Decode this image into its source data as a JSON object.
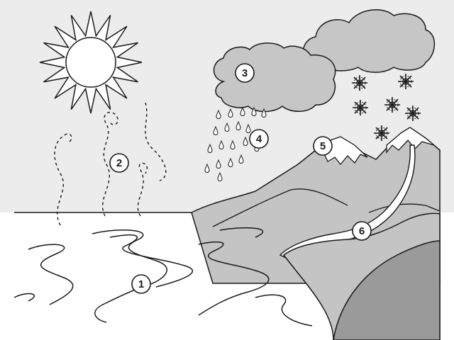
{
  "colors": {
    "sky": "#ececec",
    "cloud": "#c6c6c6",
    "mountain_light": "#c4c4c4",
    "mountain_dark": "#9a9a9a",
    "snow": "#ffffff",
    "water": "#ffffff",
    "stroke": "#1a1a1a"
  },
  "icons": {
    "sun": "sun-icon",
    "cloud": "cloud-icon",
    "raindrop": "raindrop-icon",
    "snowflake": "snowflake-icon",
    "vapor": "vapor-wisp-icon"
  },
  "markers": [
    {
      "id": "marker-1",
      "label": "1"
    },
    {
      "id": "marker-2",
      "label": "2"
    },
    {
      "id": "marker-3",
      "label": "3"
    },
    {
      "id": "marker-4",
      "label": "4"
    },
    {
      "id": "marker-5",
      "label": "5"
    },
    {
      "id": "marker-6",
      "label": "6"
    }
  ]
}
